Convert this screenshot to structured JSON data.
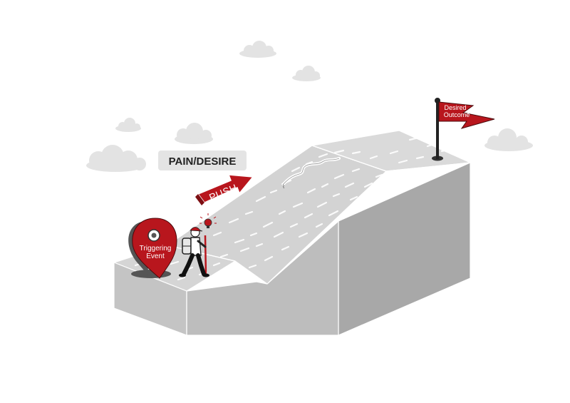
{
  "labels": {
    "pain_desire": "PAIN/DESIRE",
    "push": "PUSH",
    "triggering_line1": "Triggering",
    "triggering_line2": "Event",
    "outcome_line1": "Desired",
    "outcome_line2": "Outcome"
  },
  "colors": {
    "accent_red": "#b8161d",
    "dark_red": "#7d0f13",
    "slab_top": "#d7d7d7",
    "slab_front": "#bcbcbc",
    "slab_side": "#a9a9a9",
    "cloud": "#e3e3e3",
    "label_bg": "#e4e4e4",
    "outline": "#333333"
  },
  "icons": [
    "cloud-icon",
    "map-pin-icon",
    "flag-icon",
    "lightbulb-icon",
    "arrow-icon",
    "hiker-icon"
  ]
}
